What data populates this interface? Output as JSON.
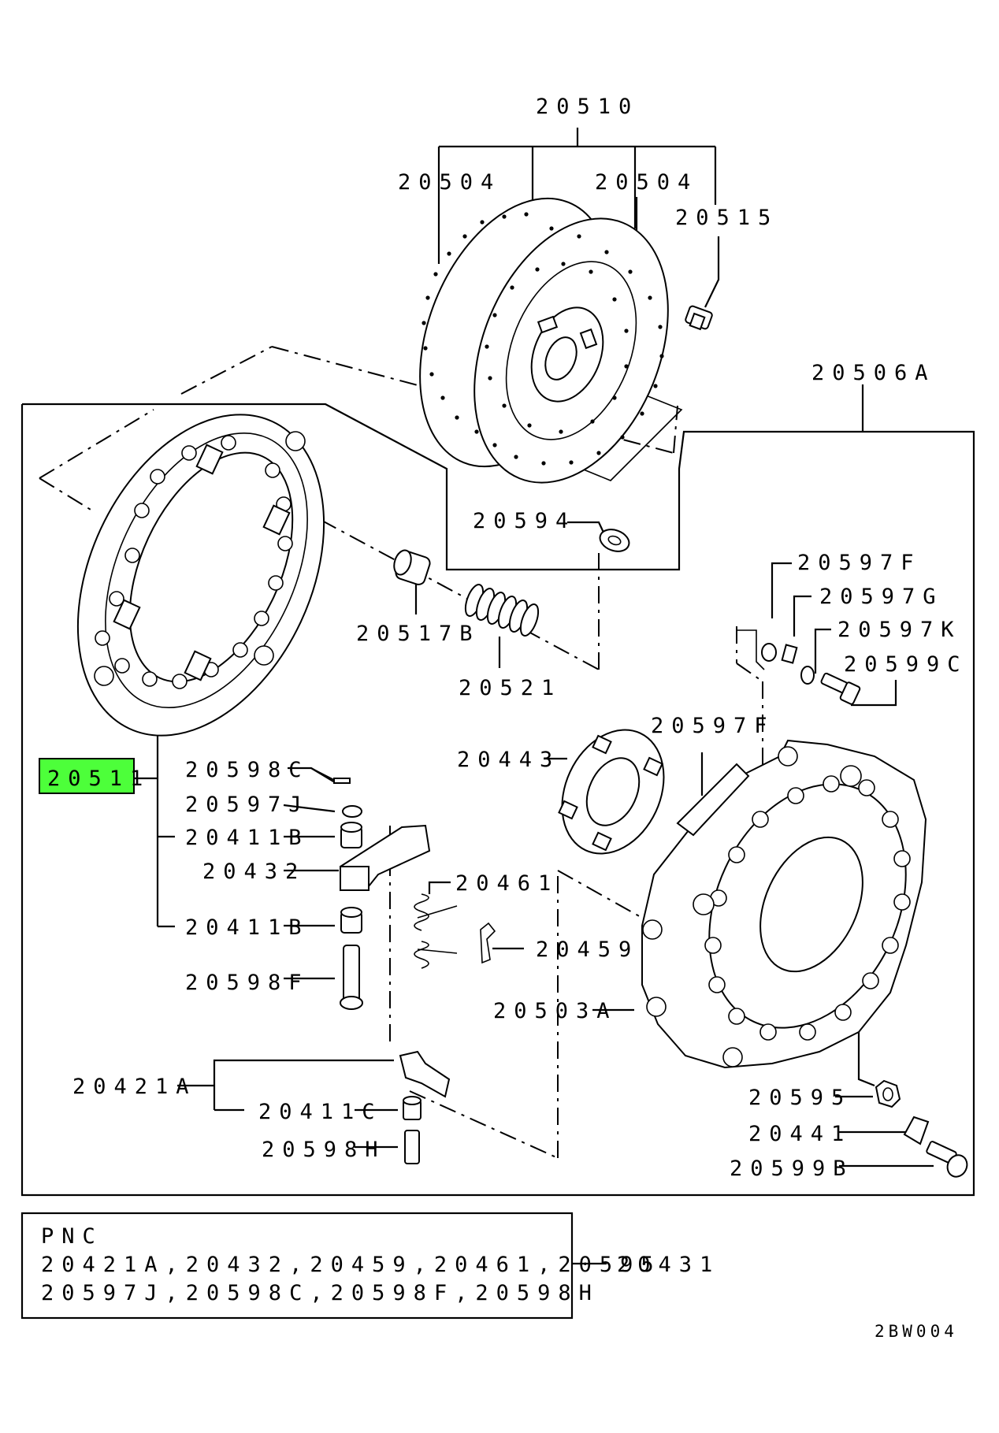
{
  "colors": {
    "highlight": "#4dff3a",
    "ink": "#000000",
    "background": "#ffffff"
  },
  "labels": {
    "p20510": "20510",
    "p20504_left": "20504",
    "p20504_right": "20504",
    "p20515": "20515",
    "p20506A": "20506A",
    "p20594": "20594",
    "p20517B": "20517B",
    "p20521": "20521",
    "p20597F_top": "20597F",
    "p20597G": "20597G",
    "p20597K": "20597K",
    "p20599C": "20599C",
    "p20597F_mid": "20597F",
    "p20443": "20443",
    "p20511": "20511",
    "p20598C": "20598C",
    "p20597J": "20597J",
    "p20411B_top": "20411B",
    "p20432": "20432",
    "p20461": "20461",
    "p20411B_bottom": "20411B",
    "p20459": "20459",
    "p20598F": "20598F",
    "p20503A": "20503A",
    "p20421A": "20421A",
    "p20411C": "20411C",
    "p20595": "20595",
    "p20441": "20441",
    "p20598H": "20598H",
    "p20599B": "20599B"
  },
  "pnc_box": {
    "title": "PNC",
    "line1": "20421A,20432,20459,20461,20595",
    "line2": "20597J,20598C,20598F,20598H",
    "ref": "20431"
  },
  "diagram_code": "2BW004"
}
